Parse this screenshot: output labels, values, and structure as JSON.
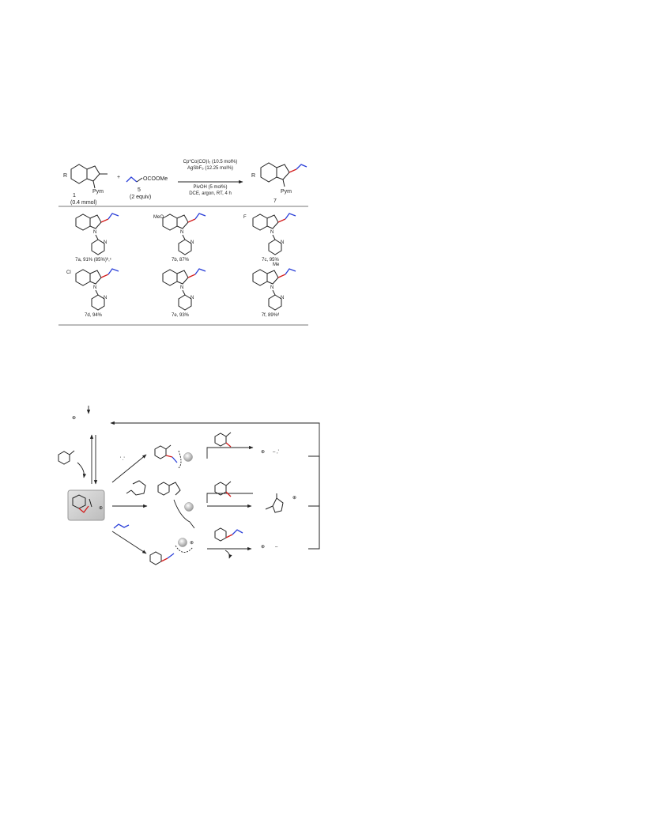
{
  "scheme": {
    "reactant1": {
      "r_label": "R",
      "pg": "Pym",
      "number": "1",
      "amount": "(0.4 mmol)"
    },
    "plus": "+",
    "reactant2": {
      "group": "OCOOMe",
      "number": "5",
      "amount": "(2 equiv)"
    },
    "conditions": [
      "Cp*Co(CO)I₂ (10.5 mol%)",
      "AgSbF₆ (12.25 mol%)",
      "PivOH (5 mol%)",
      "DCE, argon, RT, 4 h"
    ],
    "product": {
      "r_label": "R",
      "pg": "Pym",
      "number": "7"
    }
  },
  "products": [
    {
      "label": "7a, 91% (85%)ᵇ,ᶜ",
      "substituent": "",
      "n_label": "N"
    },
    {
      "label": "7b, 87%",
      "substituent": "MeO",
      "n_label": "N"
    },
    {
      "label": "7c, 95%",
      "substituent": "F",
      "n_label": "N"
    },
    {
      "label": "7d, 94%",
      "substituent": "Cl",
      "n_label": "N"
    },
    {
      "label": "7e, 93%",
      "substituent": "",
      "n_label": "N"
    },
    {
      "label": "7f, 89%ᵈ",
      "substituent": "Me",
      "n_label": "N"
    }
  ],
  "mechanism": {
    "charge": "⊕",
    "minus": "–"
  },
  "colors": {
    "red_bond": "#d21a1a",
    "blue_bond": "#2a3fd8",
    "highlight_box": "#cfcfcf"
  }
}
